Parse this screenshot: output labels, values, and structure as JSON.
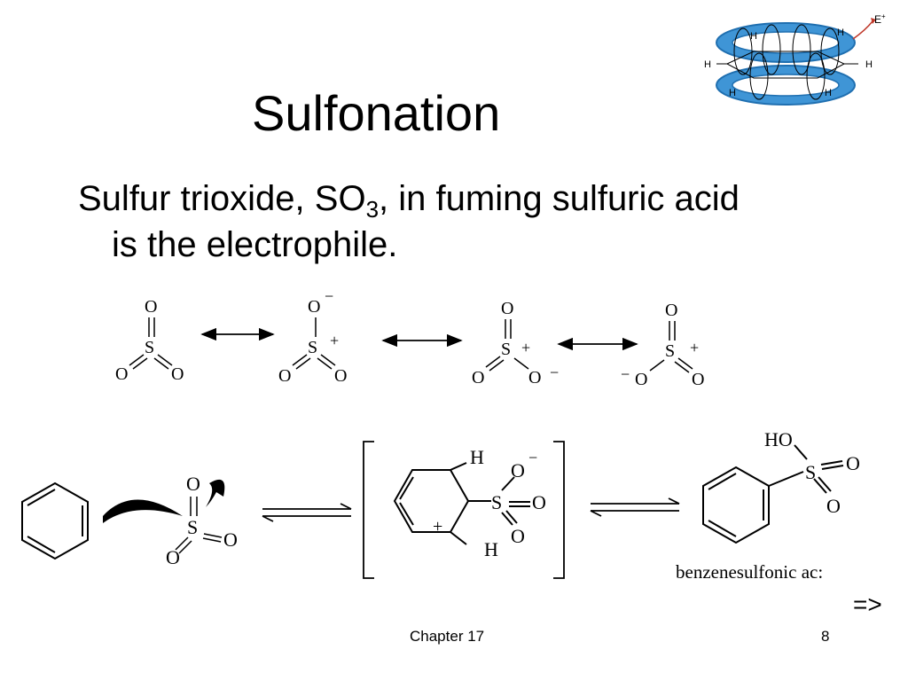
{
  "slide": {
    "title": "Sulfonation",
    "bullet": {
      "line1_pre": "Sulfur trioxide, SO",
      "line1_sub": "3",
      "line1_post": ", in fuming sulfuric acid",
      "line2": "is the electrophile."
    },
    "footer": {
      "chapter": "Chapter 17",
      "page": "8"
    },
    "nav_arrow": "=>"
  },
  "orbital_figure": {
    "electrophile_label": "E",
    "electrophile_charge": "+",
    "hydrogen_label": "H"
  },
  "resonance": {
    "oxygen": "O",
    "sulfur": "S",
    "plus": "+",
    "minus": "−"
  },
  "mechanism": {
    "intermediate_h_top": "H",
    "intermediate_h_bottom": "H",
    "intermediate_plus": "+",
    "product_group": "HO",
    "product_name": "benzenesulfonic ac:"
  },
  "colors": {
    "orbital_blue": "#3f95d6",
    "orbital_dark": "#1f6fb0",
    "arrow_red": "#c0392b"
  }
}
